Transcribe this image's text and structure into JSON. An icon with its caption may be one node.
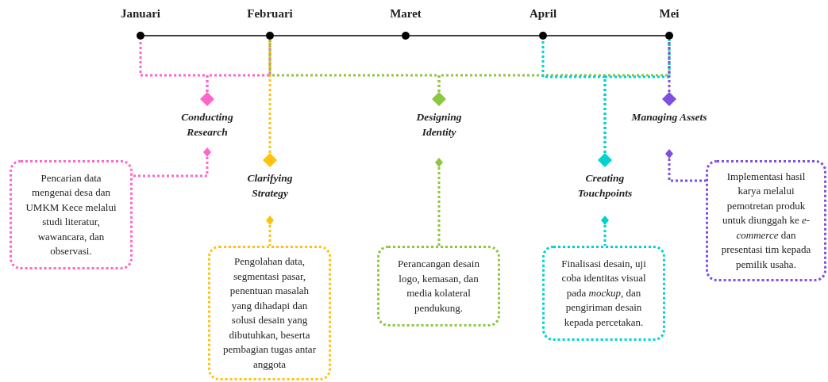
{
  "diagram": {
    "nodes": [
      {
        "text": [],
        "shape": "circle",
        "beside": [
          "Januari"
        ]
      },
      {
        "text": [],
        "shape": "circle",
        "beside": [
          "Februari"
        ]
      },
      {
        "text": [],
        "shape": "circle",
        "beside": [
          "Maret"
        ]
      },
      {
        "text": [],
        "shape": "circle",
        "beside": [
          "April"
        ]
      },
      {
        "text": [],
        "shape": "circle",
        "beside": [
          "Mei"
        ]
      },
      {
        "text": [
          "Conducting Research"
        ]
      },
      {
        "text": [
          "Pencarian data mengenai desa dan UMKM Kece melalui studi literatur, wawancara, dan observasi."
        ]
      },
      {
        "text": [
          "Clarifying Strategy"
        ]
      },
      {
        "text": [
          "Pengolahan data, segmentasi pasar, penentuan masalah yang dihadapi dan solusi desain yang dibutuhkan, beserta pembagian tugas antar anggota"
        ]
      },
      {
        "text": [
          "Designing Identity"
        ]
      },
      {
        "text": [
          "Perancangan desain logo, kemasan, dan media kolateral pendukung."
        ]
      },
      {
        "text": [
          "Creating Touchpoints"
        ]
      },
      {
        "text": [
          "Finalisasi desain, uji coba identitas visual pada *mockup*, dan pengiriman desain kepada percetakan."
        ]
      },
      {
        "text": [
          "Managing Assets"
        ]
      },
      {
        "text": [
          "Implementasi hasil karya melalui pemotretan produk untuk diunggah ke *e-commerce* dan presentasi tim kepada pemilik usaha."
        ]
      }
    ],
    "edges": [
      {
        "from": 0,
        "to": 1,
        "arrow": "none"
      },
      {
        "from": 1,
        "to": 2,
        "arrow": "none"
      },
      {
        "from": 2,
        "to": 3,
        "arrow": "none"
      },
      {
        "from": 3,
        "to": 4,
        "arrow": "none"
      },
      {
        "from": 0,
        "to": 5,
        "arrow": "none",
        "style": "dashed",
        "color": "#ff66cc"
      },
      {
        "from": 1,
        "to": 5,
        "arrow": "none",
        "style": "dashed",
        "color": "#ff66cc"
      },
      {
        "from": 1,
        "to": 7,
        "arrow": "none",
        "style": "dashed",
        "color": "#ffc20e"
      },
      {
        "from": 1,
        "to": 9,
        "arrow": "none",
        "style": "dashed",
        "color": "#8dc63f"
      },
      {
        "from": 4,
        "to": 9,
        "arrow": "none",
        "style": "dashed",
        "color": "#8dc63f"
      },
      {
        "from": 3,
        "to": 11,
        "arrow": "none",
        "style": "dashed",
        "color": "#00d2d2"
      },
      {
        "from": 4,
        "to": 11,
        "arrow": "none",
        "style": "dashed",
        "color": "#00d2d2"
      },
      {
        "from": 4,
        "to": 13,
        "arrow": "none",
        "style": "dashed",
        "color": "#7f4fe0"
      },
      {
        "from": 5,
        "to": 6,
        "arrow": "other",
        "style": "dashed",
        "color": "#ff66cc"
      },
      {
        "from": 7,
        "to": 8,
        "arrow": "other",
        "style": "dashed",
        "color": "#ffc20e"
      },
      {
        "from": 9,
        "to": 10,
        "arrow": "other",
        "style": "dashed",
        "color": "#8dc63f"
      },
      {
        "from": 11,
        "to": 12,
        "arrow": "other",
        "style": "dashed",
        "color": "#00d2d2"
      },
      {
        "from": 13,
        "to": 14,
        "arrow": "other",
        "style": "dashed",
        "color": "#7f4fe0"
      }
    ]
  }
}
